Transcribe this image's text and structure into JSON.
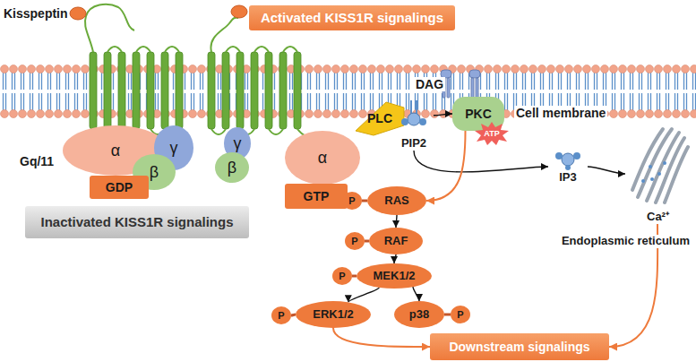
{
  "diagram": {
    "nodes": [
      {
        "text": [
          "Activated KISS1R signalings"
        ]
      },
      {
        "text": [
          "α"
        ]
      },
      {
        "text": [
          "γ"
        ]
      },
      {
        "text": [
          "β"
        ]
      },
      {
        "text": [
          "GDP"
        ]
      },
      {
        "text": [
          "Inactivated KISS1R signalings"
        ]
      },
      {
        "text": [
          "γ"
        ]
      },
      {
        "text": [
          "β"
        ]
      },
      {
        "text": [
          "α"
        ]
      },
      {
        "text": [
          "GTP"
        ]
      },
      {
        "text": [
          "PLC"
        ]
      },
      {
        "text": [
          "PIP2"
        ]
      },
      {
        "text": [
          "PKC"
        ]
      },
      {
        "text": [
          "ATP"
        ]
      },
      {
        "text": [
          "P"
        ]
      },
      {
        "text": [
          "RAS"
        ]
      },
      {
        "text": [
          "P"
        ]
      },
      {
        "text": [
          "RAF"
        ]
      },
      {
        "text": [
          "P"
        ]
      },
      {
        "text": [
          "MEK1/2"
        ]
      },
      {
        "text": [
          "P"
        ]
      },
      {
        "text": [
          "ERK1/2"
        ]
      },
      {
        "text": [
          "p38"
        ]
      },
      {
        "text": [
          "P"
        ]
      },
      {
        "text": [
          "IP3"
        ]
      },
      {
        "text": [
          "Ca²⁺"
        ]
      },
      {
        "text": [
          "Downstream signalings"
        ]
      }
    ],
    "edges": [
      {
        "from": 11,
        "to": 12,
        "arrow": "to"
      },
      {
        "from": 11,
        "to": 24,
        "arrow": "to"
      },
      {
        "from": 24,
        "to": 25,
        "arrow": "to"
      },
      {
        "from": 12,
        "to": 15,
        "arrow": "to"
      },
      {
        "from": 15,
        "to": 17,
        "arrow": "to"
      },
      {
        "from": 17,
        "to": 19,
        "arrow": "to"
      },
      {
        "from": 19,
        "to": 21,
        "arrow": "to"
      },
      {
        "from": 19,
        "to": 22,
        "arrow": "to"
      },
      {
        "from": 21,
        "to": 26,
        "arrow": "to"
      },
      {
        "from": 25,
        "to": 26,
        "arrow": "to"
      },
      {
        "from": 14,
        "to": 15,
        "arrow": "none"
      },
      {
        "from": 16,
        "to": 17,
        "arrow": "none"
      },
      {
        "from": 18,
        "to": 19,
        "arrow": "none"
      },
      {
        "from": 20,
        "to": 21,
        "arrow": "none"
      },
      {
        "from": 23,
        "to": 22,
        "arrow": "none"
      }
    ],
    "labels": [
      "Kisspeptin",
      "Gq/11",
      "DAG",
      "Cell membrane",
      "Endoplasmic reticulum"
    ]
  }
}
